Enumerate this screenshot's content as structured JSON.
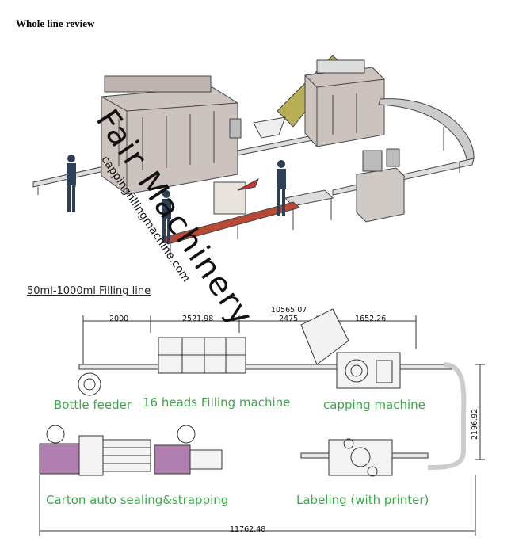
{
  "heading": "Whole line review",
  "plan": {
    "title": "50ml-1000ml Filling line",
    "labels": {
      "bottle_feeder": "Bottle feeder",
      "filling_machine": "16 heads Filling machine",
      "capping_machine": "capping machine",
      "carton": "Carton auto sealing&strapping",
      "labeling": "Labeling (with printer)"
    },
    "dimensions": {
      "d1": "2000",
      "d2": "2521.98",
      "d3": "10565.07",
      "d4": "2475",
      "d5": "1652.26",
      "height": "2196.92",
      "total": "11762.48"
    }
  },
  "watermark": {
    "brand": "Fair Machinery",
    "url": "cappingfillingmachine.com"
  },
  "colors": {
    "label_green": "#3aa84a",
    "machine_grey": "#c9c0bb",
    "conveyor_red": "#b84a35",
    "carton_purple": "#b07fb0",
    "hopper_olive": "#b7ae56"
  }
}
